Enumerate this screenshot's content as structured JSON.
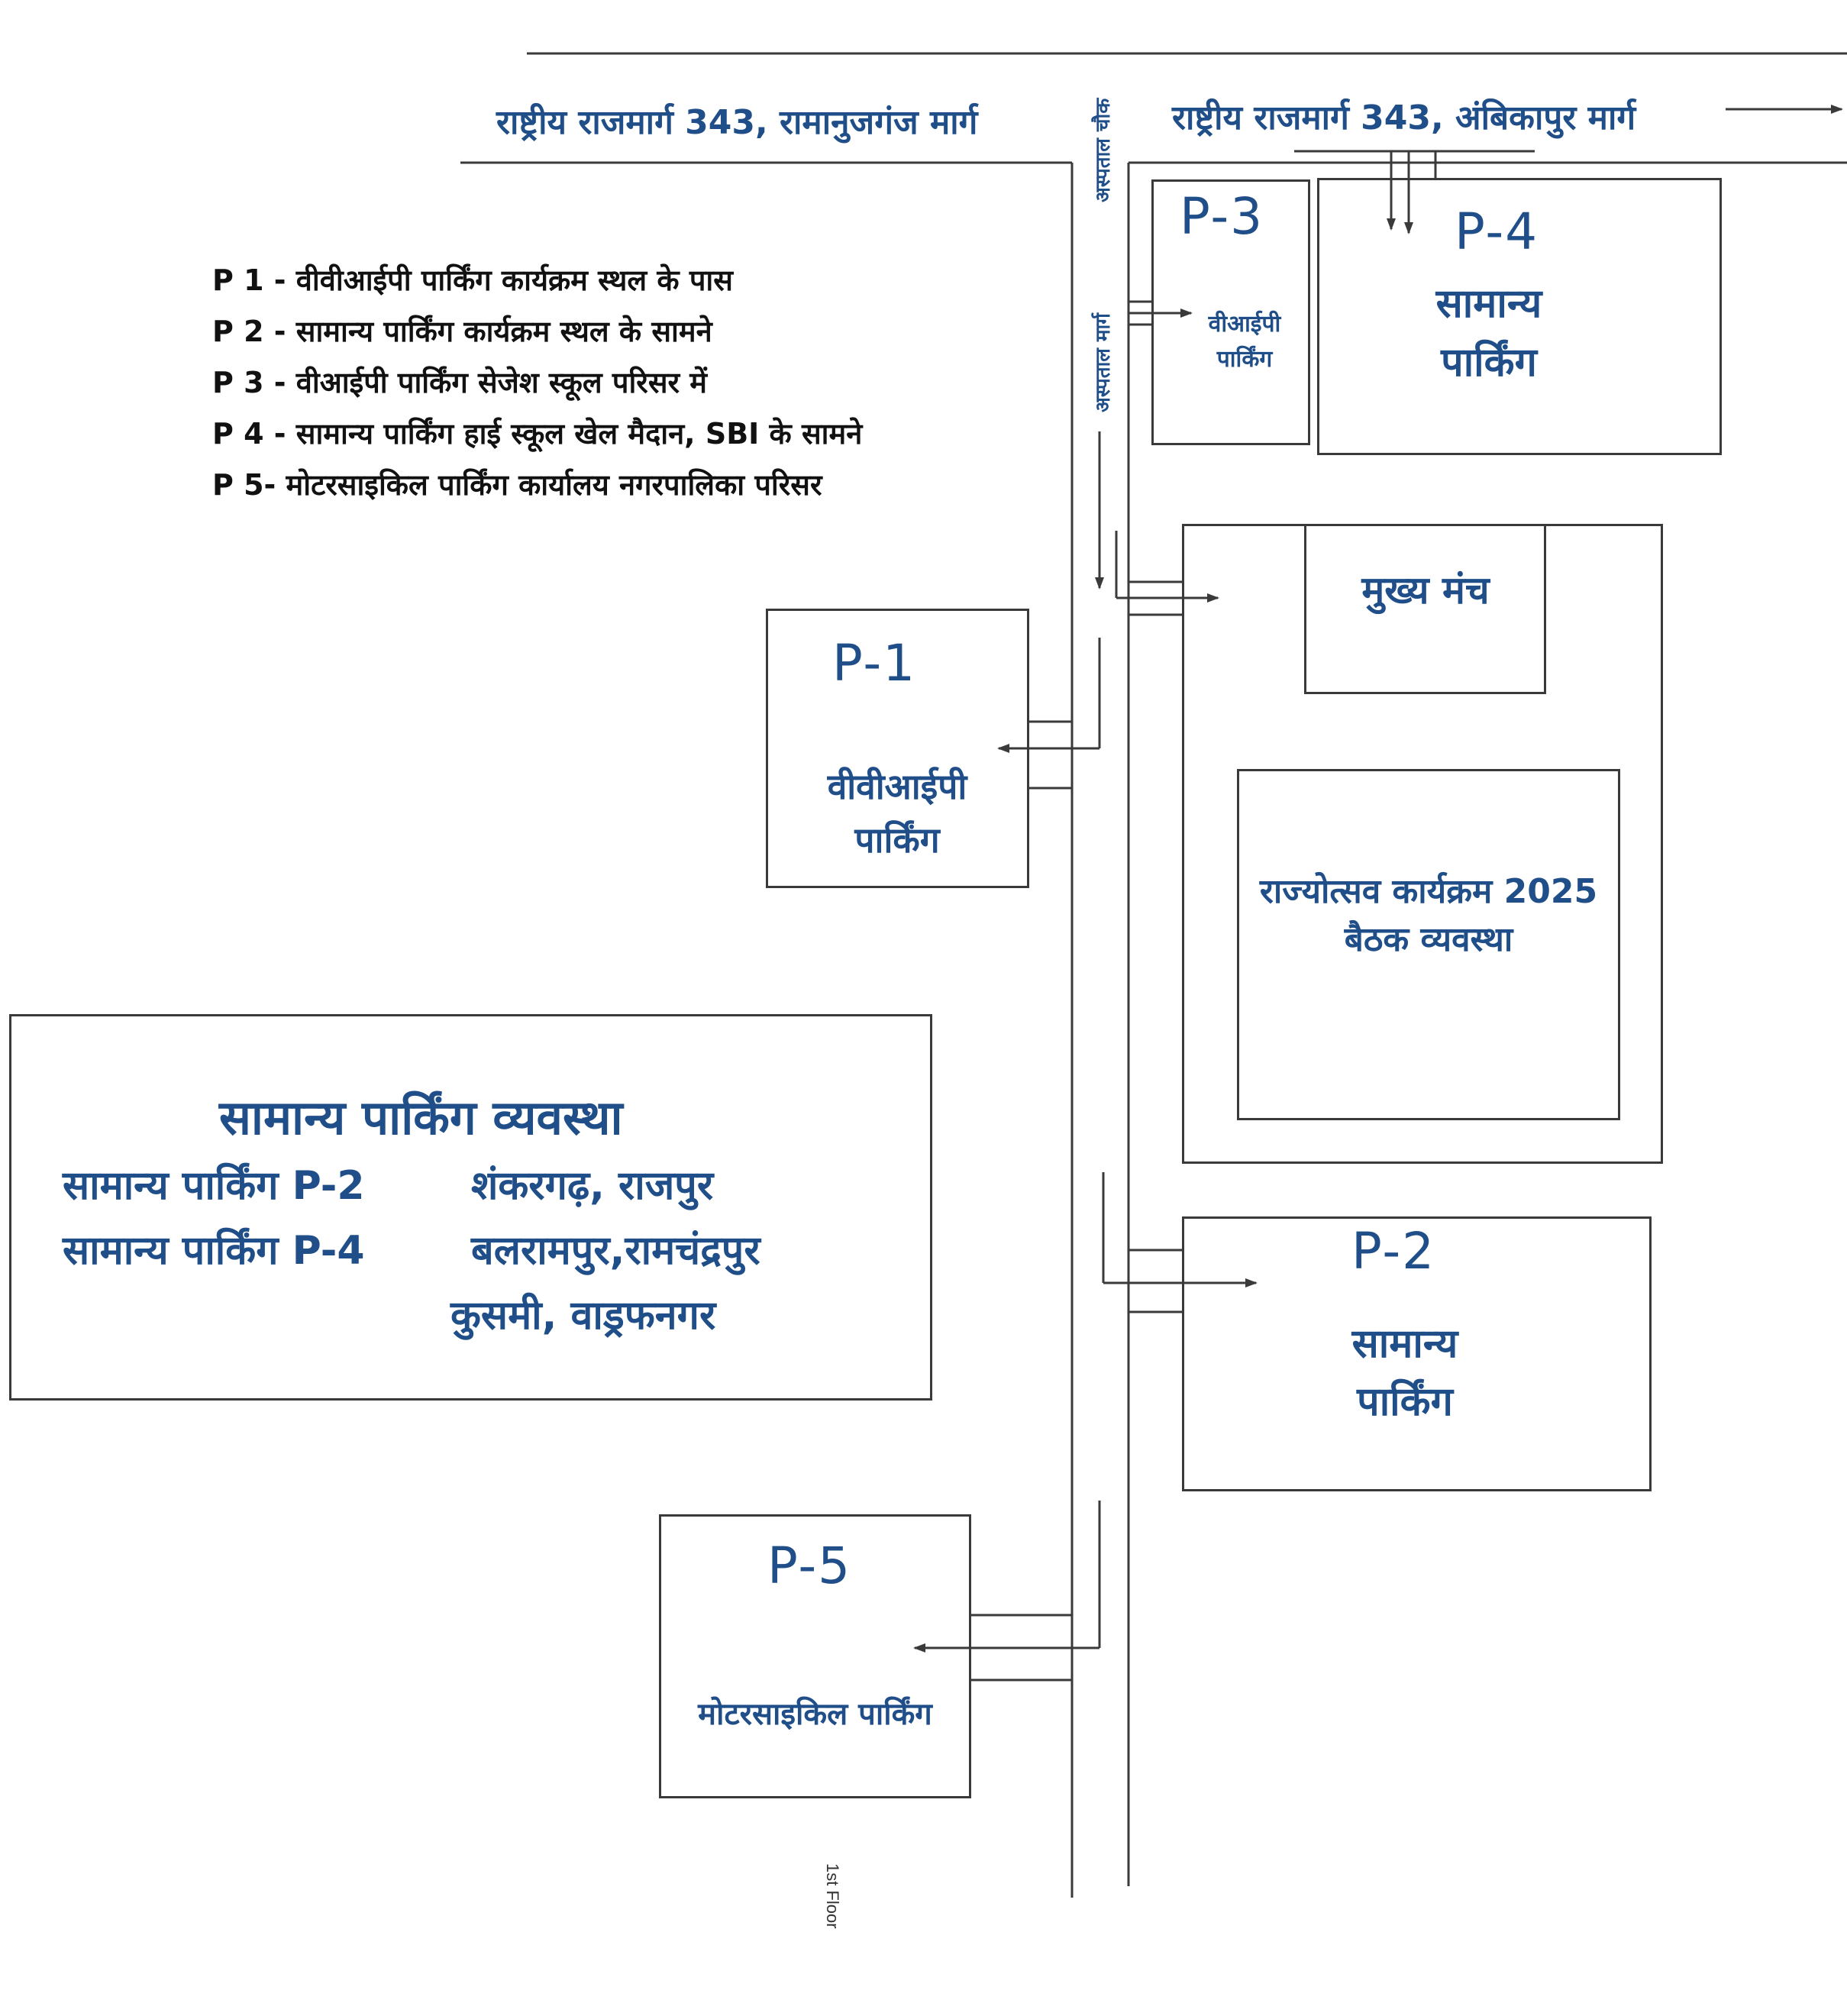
{
  "roads": {
    "nh_left": "राष्ट्रीय राजमार्ग 343, रामानुजगंज मार्ग",
    "nh_right": "राष्ट्रीय राजमार्ग 343, अंबिकापुर मार्ग",
    "chowk": "अस्पताल चौक",
    "hospital_road": "अस्पताल मार्ग"
  },
  "legend": [
    "P 1 - वीवीआईपी पार्किंग कार्यक्रम स्थल के पास",
    "P 2 - सामान्य पार्किंग कार्यक्रम स्थल के सामने",
    "P 3 - वीआईपी पार्किंग सेजेश स्कूल परिसर में",
    "P 4 - सामान्य पार्किंग हाई स्कूल खेल मैदान, SBI के सामने",
    "P 5- मोटरसाइकिल पार्किंग कार्यालय नगरपालिका परिसर"
  ],
  "parking": {
    "p1": {
      "code": "P-1",
      "line1": "वीवीआईपी",
      "line2": "पार्किंग"
    },
    "p2": {
      "code": "P-2",
      "line1": "सामान्य",
      "line2": "पार्किंग"
    },
    "p3": {
      "code": "P-3",
      "line1": "वीआईपी",
      "line2": "पार्किंग"
    },
    "p4": {
      "code": "P-4",
      "line1": "सामान्य",
      "line2": "पार्किंग"
    },
    "p5": {
      "code": "P-5",
      "line1": "मोटरसाइकिल पार्किंग"
    }
  },
  "venue": {
    "stage": "मुख्य मंच",
    "seating_line1": "राज्योत्सव कार्यक्रम 2025",
    "seating_line2": "बैठक व्यवस्था"
  },
  "info_box": {
    "title": "सामान्य पार्किंग व्यवस्था",
    "row1_label": "सामान्य पार्किंग P-2",
    "row1_places": "शंकरगढ़, राजपुर",
    "row2_label": "सामान्य पार्किंग P-4",
    "row2_places": "बलरामपुर,रामचंद्रपुर",
    "row3_places": "कुसमी, वाड्रफनगर"
  },
  "floor_note": "1st Floor",
  "colors": {
    "label_blue": "#1f4e89",
    "line": "#3a3a3a",
    "legend_text": "#111111"
  }
}
